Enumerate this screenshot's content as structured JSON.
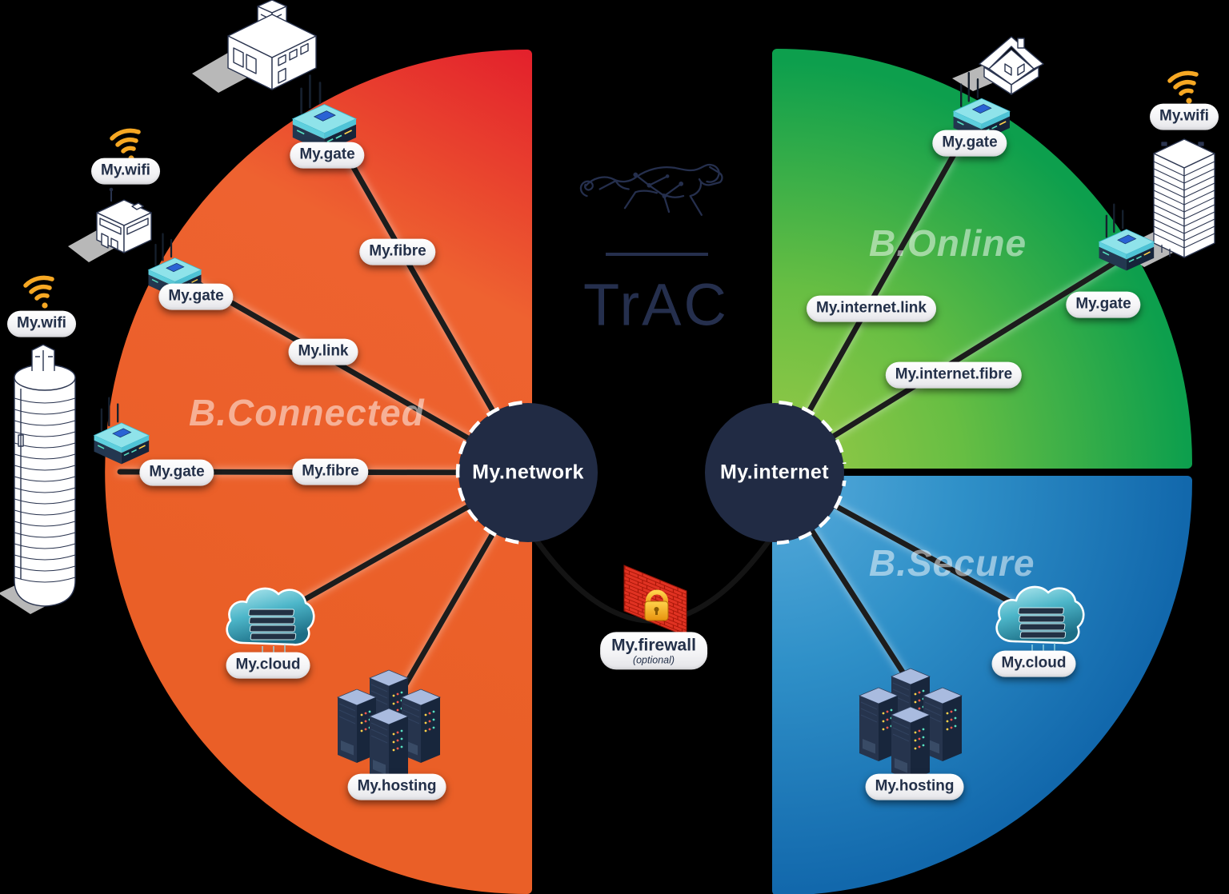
{
  "brand": {
    "name": "TrAC"
  },
  "hubs": {
    "network": "My.network",
    "internet": "My.internet"
  },
  "zones": {
    "connected": "B.Connected",
    "online": "B.Online",
    "secure": "B.Secure"
  },
  "connected": {
    "site_factory": {
      "gate": "My.gate",
      "line": "My.fibre"
    },
    "site_office": {
      "wifi": "My.wifi",
      "gate": "My.gate",
      "line": "My.link"
    },
    "site_silo": {
      "wifi": "My.wifi",
      "gate": "My.gate",
      "line": "My.fibre"
    },
    "cloud": "My.cloud",
    "hosting": "My.hosting"
  },
  "internet_side": {
    "site_house": {
      "gate": "My.gate",
      "line": "My.internet.link"
    },
    "site_tower": {
      "wifi": "My.wifi",
      "gate": "My.gate",
      "line": "My.internet.fibre"
    },
    "cloud": "My.cloud",
    "hosting": "My.hosting"
  },
  "firewall": {
    "label": "My.firewall",
    "note": "(optional)"
  },
  "colors": {
    "red_top": "#e3202c",
    "orange": "#ee672c",
    "green_light": "#8cc544",
    "green_deep": "#0d9f4d",
    "blue_light": "#56abdb",
    "blue_deep": "#1268ac",
    "navy": "#212b44",
    "gold": "#f7a823",
    "line": "#1a1a1a",
    "label_text": "#233049",
    "brick_red": "#e03222"
  }
}
